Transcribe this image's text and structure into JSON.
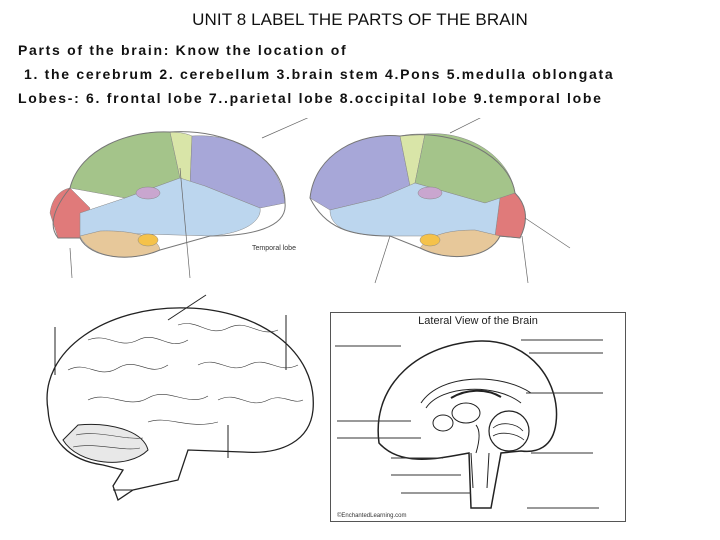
{
  "title": "UNIT 8 LABEL THE PARTS OF THE BRAIN",
  "instructions": {
    "line1": "Parts of the brain: Know the location of",
    "line2": "1. the cerebrum 2. cerebellum 3.brain stem  4.Pons 5.medulla oblongata",
    "line3": "Lobes-: 6. frontal lobe   7..parietal lobe   8.occipital lobe  9.temporal lobe"
  },
  "figures": {
    "top_left": {
      "label": "Temporal lobe"
    },
    "lateral": {
      "title": "Lateral View of the Brain",
      "credit": "©EnchantedLearning.com"
    }
  },
  "colors": {
    "frontal": "#a4c48a",
    "parietal": "#a7a7d8",
    "occipital": "#e07a7a",
    "temporal": "#bcd6ee",
    "cerebellum": "#e7c89a",
    "pons": "#f5c24a",
    "motor_strip": "#d9e5a8",
    "thalamus": "#c9a6cf"
  }
}
